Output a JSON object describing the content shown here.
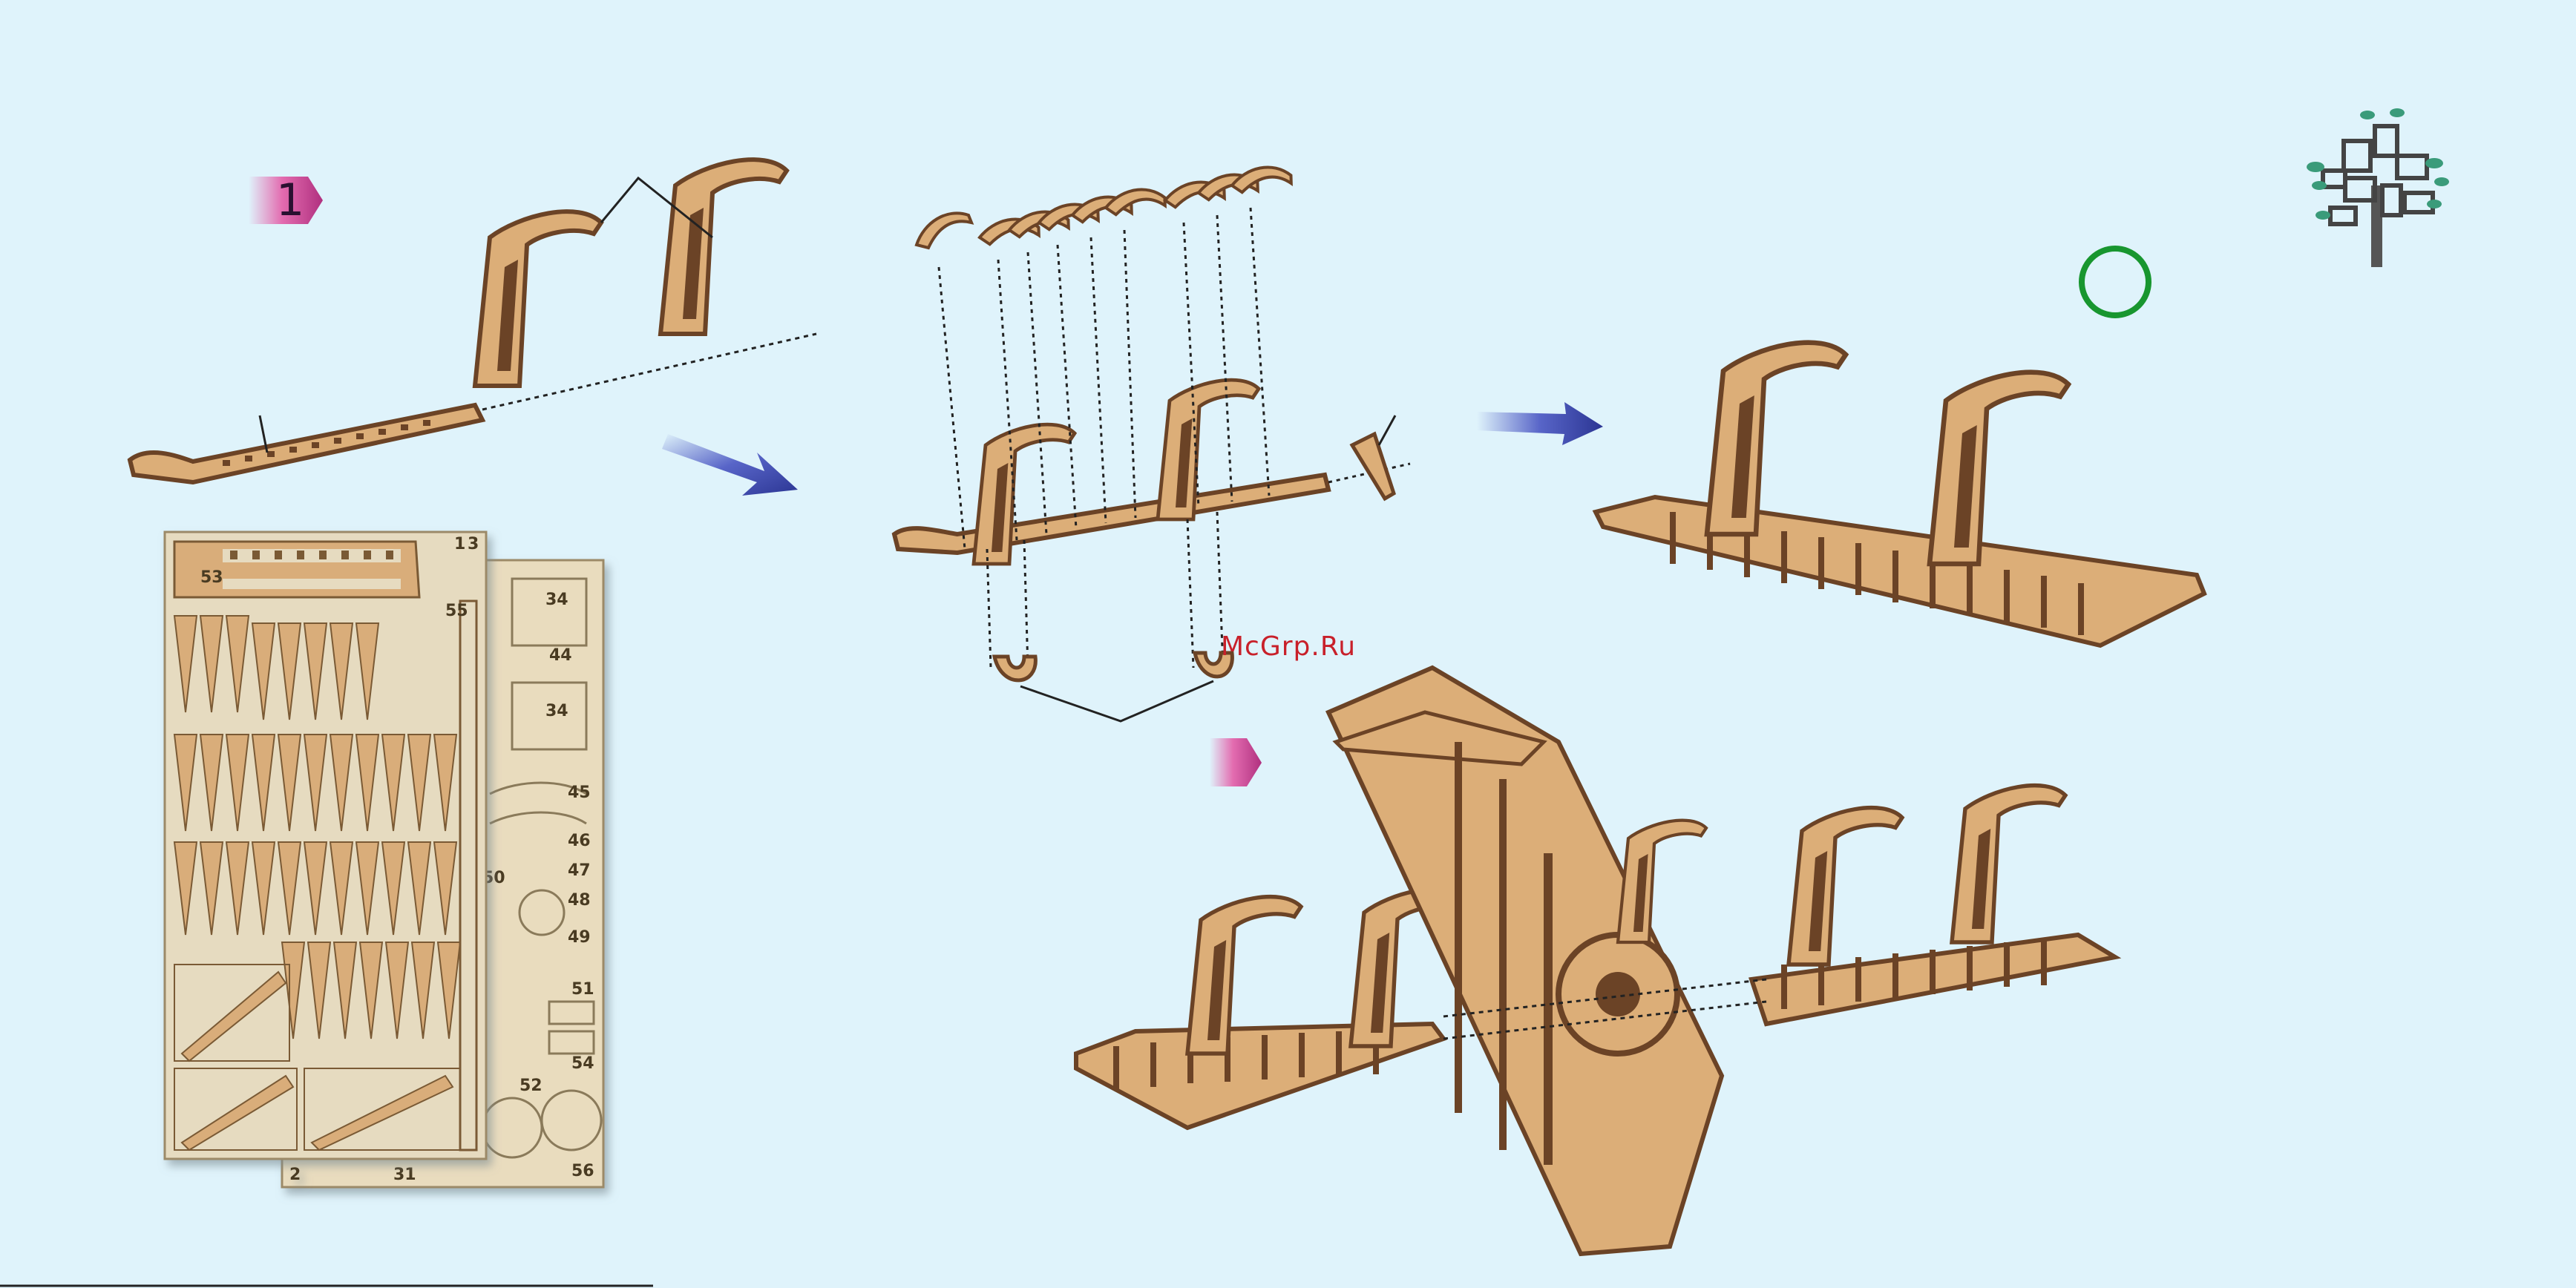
{
  "step": {
    "number": "1"
  },
  "watermark": {
    "text": "McGrp.Ru"
  },
  "sheet_front": {
    "labels": [
      "53",
      "55",
      "1",
      "3",
      "2"
    ]
  },
  "sheet_back": {
    "labels": [
      "34",
      "44",
      "34",
      "45",
      "46",
      "47",
      "48",
      "49",
      "50",
      "51",
      "54",
      "52",
      "56",
      "31"
    ]
  },
  "colors": {
    "background": "#dff3fb",
    "wood": "#dcae78",
    "wood_dark": "#6b4326",
    "arrow": "#2b3593",
    "badge": "#b0307f",
    "check_circle": "#18962f",
    "tree_leaf": "#3a9b7a"
  },
  "icons": [
    "step-badge-icon",
    "arrow-icon",
    "check-circle-icon",
    "tree-logo-icon"
  ]
}
